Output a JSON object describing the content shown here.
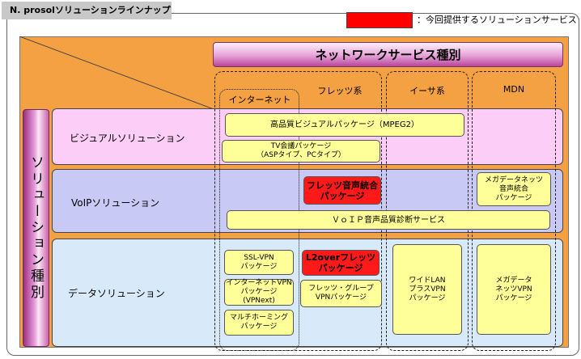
{
  "title": "N. prosolソリューションラインナップ",
  "legend": {
    "label": "：今回提供するソリューションサービス",
    "color": "#ff0000"
  },
  "network_header": "ネットワークサービス種別",
  "solution_axis": "ソリューション種別",
  "networks": {
    "flets": "フレッツ系",
    "internet": "インターネット",
    "ether": "イーサ系",
    "mdn": "MDN"
  },
  "bands": {
    "visual": "ビジュアルソリューション",
    "voip": "VoIPソリューション",
    "data": "データソリューション"
  },
  "boxes": {
    "hq_visual": "高品質ビジュアルパッケージ（MPEG2）",
    "tv_conf": "TV会議パッケージ\n（ASPタイプ、PCタイプ）",
    "flets_voice": "フレッツ音声統合\nパッケージ",
    "mega_voice": "メガデータネッツ\n音声統合\nパッケージ",
    "voip_diag": "ＶｏＩＰ音声品質診断サービス",
    "ssl_vpn": "SSL-VPN\nパッケージ",
    "inet_vpn": "インターネットVPN\nパッケージ(VPNext)",
    "multihoming": "マルチホーミング\nパッケージ",
    "l2over": "L2overフレッツ\nパッケージ",
    "flets_group": "フレッツ・グループ\nVPNパッケージ",
    "wideplus": "ワイドLAN\nプラスVPN\nパッケージ",
    "mega_vpn": "メガデータ\nネッツVPN\nパッケージ"
  }
}
